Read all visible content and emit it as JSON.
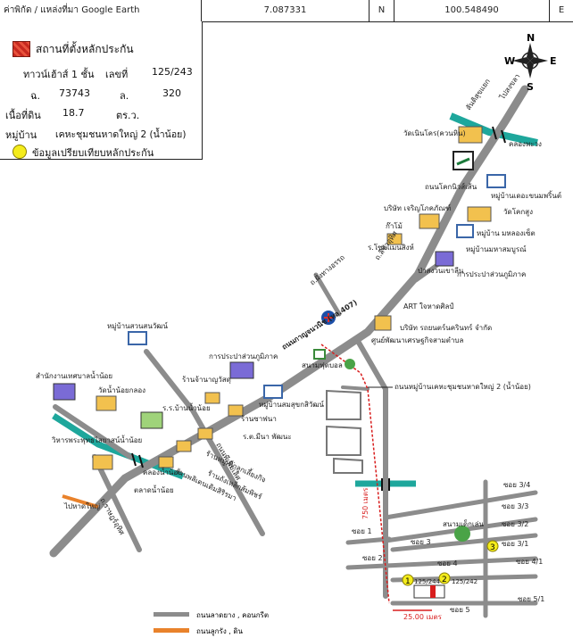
{
  "header": {
    "coord_label": "ค่าพิกัด / แหล่งที่มา Google Earth",
    "lat_value": "7.087331",
    "lat_dir": "N",
    "lon_value": "100.548490",
    "lon_dir": "E"
  },
  "legend": {
    "site_label": "สถานที่ตั้งหลักประกัน",
    "house_type": "ทาวน์เฮ้าส์ 1 ชั้น",
    "number_label": "เลขที่",
    "number_value": "125/243",
    "deed_label": "ฉ.",
    "deed_value": "73743",
    "land_label": "ล.",
    "land_value": "320",
    "area_label": "เนื้อที่ดิน",
    "area_value": "18.7",
    "area_unit": "ตร.ว.",
    "village_label": "หมู่บ้าน",
    "village_value": "เคหะชุมชนหาดใหญ่ 2 (น้ำน้อย)",
    "compare_label": "ข้อมูลเปรียบเทียบหลักประกัน"
  },
  "compass": {
    "n": "N",
    "s": "S",
    "e": "E",
    "w": "W"
  },
  "map": {
    "road_top_1": "สันติสุขแยก",
    "road_top_2": "ไปสงขลา",
    "road_main": "ถนนกาญจนวนิช (ทล.407)",
    "road_branch": "ถนนโคกนิวส์เส้น",
    "road_branch2": "ถ.ลีซัวอุทิศ",
    "road_mid": "ถ.ฝั่งทางอรรถ",
    "road_left": "ถนนพีเพิ่มเลิศ",
    "road_bottom_1": "ไปหาดใหญ่",
    "road_bottom_2": "ถ.ราษฎร์อุทิศ",
    "road_village": "ถนนหมู่บ้านเคหะชุมชนหาดใหญ่ 2 (น้ำน้อย)",
    "lm_temple_top": "วัดเนินโคร(ควนหิน)",
    "lm_canal": "คลองพะวง",
    "lm_village_a": "หมู่บ้านเดอะขนมพริ้นต์",
    "lm_temple_kok": "วัดโคกสูง",
    "lm_company_a": "บริษัท เจริญโภคภัณฑ์",
    "lm_kwl": "ก๊าโม้",
    "lm_sangk": "ร.โซมแมนสิงห์",
    "lm_village_b": "หมู่บ้าน มหลองเซ็ต",
    "lm_village_c": "หมู่บ้านมหาสมบูรณ์",
    "lm_lake": "ป่าสงวนเขาลีน",
    "lm_electric": "การประปาส่วนภูมิภาค",
    "lm_art": "ART ใจหาดศิลป์",
    "lm_company_b": "บริษัท รถยนตร์นครินทร์ จำกัด",
    "lm_center": "ศูนย์พัฒนาเศรษฐกิจสามตำบล",
    "lm_village_d": "หมู่บ้านสวนสนวัฒน์",
    "lm_pwa": "การประปาส่วนภูมิภาค",
    "lm_shop_a": "ร้านจ้านาญวัสดุ",
    "lm_village_e": "หมู่บ้านสมสุขกสิวัฒน์",
    "lm_field": "สนามฟุตบอล",
    "lm_office": "สำนักงานเทศบาลน้ำน้อย",
    "lm_temple_b": "วัดน้ำน้อยกลอง",
    "lm_school": "ร.ร.บ้านน้ำน้อย",
    "lm_shop_b": "ร้านซาฟนา",
    "lm_shop_c": "ร.ต.มีนา พัฒนะ",
    "lm_shop_d": "ร้านหมูเต็กลูกเลี้ยงกิจ",
    "lm_shop_e": "ร้านถังเหล็กส้มพิชร์",
    "lm_shop_f": "ร้านพลิเตนเติมสิริรมา",
    "lm_temple_c": "วิหารพระพุทธไสยาสน์น้ำน้อย",
    "lm_canal_b": "คลองน้ำน้อย",
    "lm_market": "ตลาดน้ำน้อย",
    "lm_park": "สนามเด็กเล่น",
    "distance_v": "750 เมตร",
    "distance_h": "25.00 เมตร",
    "soi": [
      "ซอย 1",
      "ซอย 2",
      "ซอย 3",
      "ซอย 4",
      "ซอย 5",
      "ซอย 3/1",
      "ซอย 3/2",
      "ซอย 3/3",
      "ซอย 3/4",
      "ซอย 4/1",
      "ซอย 5/1"
    ],
    "house_a": "125/244",
    "house_b": "125/242",
    "marker_1": "1",
    "marker_2": "2",
    "marker_3": "3"
  },
  "road_legend": {
    "asphalt": "ถนนลาดยาง , คอนกรีต",
    "laterite": "ถนนลูกรัง , ดิน"
  },
  "colors": {
    "road": "#8c8c8c",
    "canal": "#1ea79c",
    "route": "#d81e1e",
    "laterite": "#e9822b",
    "marker": "#f4ec1c"
  }
}
